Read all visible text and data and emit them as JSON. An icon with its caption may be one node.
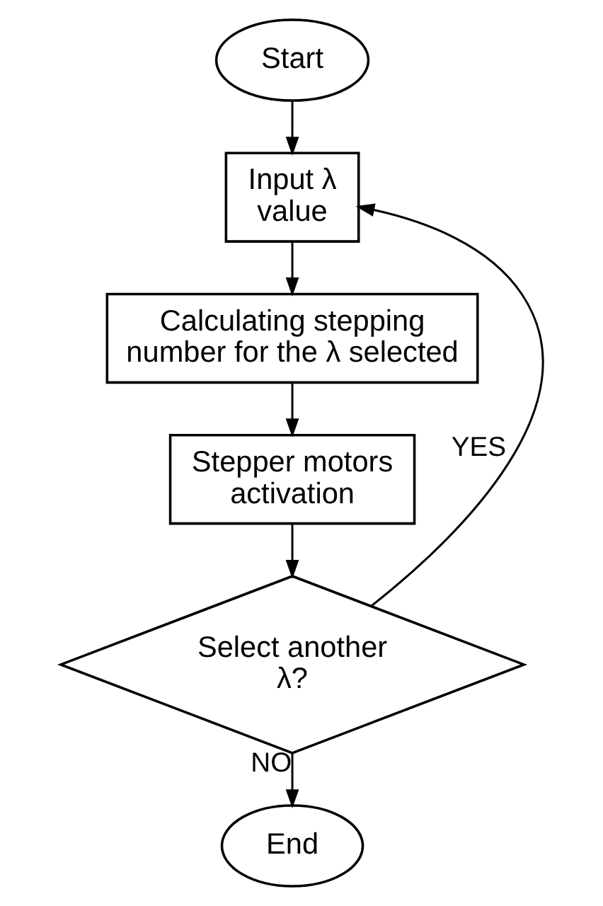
{
  "diagram": {
    "nodes": [
      {
        "text": [
          "Start"
        ]
      },
      {
        "text": [
          "Input λ value"
        ]
      },
      {
        "text": [
          "Calculating stepping number for the λ selected"
        ]
      },
      {
        "text": [
          "Stepper motors activation"
        ]
      },
      {
        "text": [
          "Select another λ?"
        ]
      },
      {
        "text": [
          "End"
        ]
      }
    ],
    "edges": [
      {
        "from": 0,
        "to": 1,
        "arrow": "to"
      },
      {
        "from": 1,
        "to": 2,
        "arrow": "to"
      },
      {
        "from": 2,
        "to": 3,
        "arrow": "to"
      },
      {
        "from": 3,
        "to": 4,
        "arrow": "to"
      },
      {
        "from": 4,
        "to": 1,
        "arrow": "to",
        "label": "YES"
      },
      {
        "from": 4,
        "to": 5,
        "arrow": "to",
        "label": "NO"
      }
    ]
  }
}
